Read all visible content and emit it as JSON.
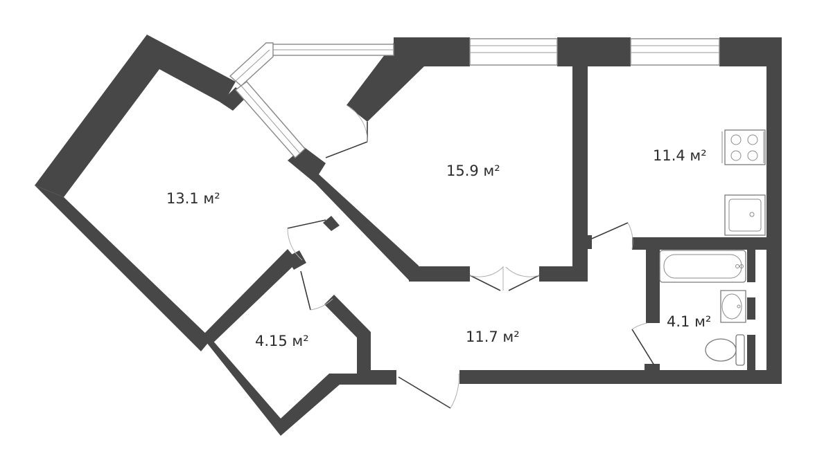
{
  "colors": {
    "wall": "#474747"
  },
  "rooms": [
    {
      "id": "room-a",
      "label": "13.1 м²"
    },
    {
      "id": "room-b",
      "label": "15.9 м²"
    },
    {
      "id": "kitchen",
      "label": "11.4 м²"
    },
    {
      "id": "storage",
      "label": "4.15 м²"
    },
    {
      "id": "hallway",
      "label": "11.7 м²"
    },
    {
      "id": "bathroom",
      "label": "4.1 м²"
    }
  ],
  "fixtures": [
    "stove-icon",
    "sink-icon",
    "bathtub-icon",
    "washbasin-icon",
    "toilet-icon"
  ]
}
